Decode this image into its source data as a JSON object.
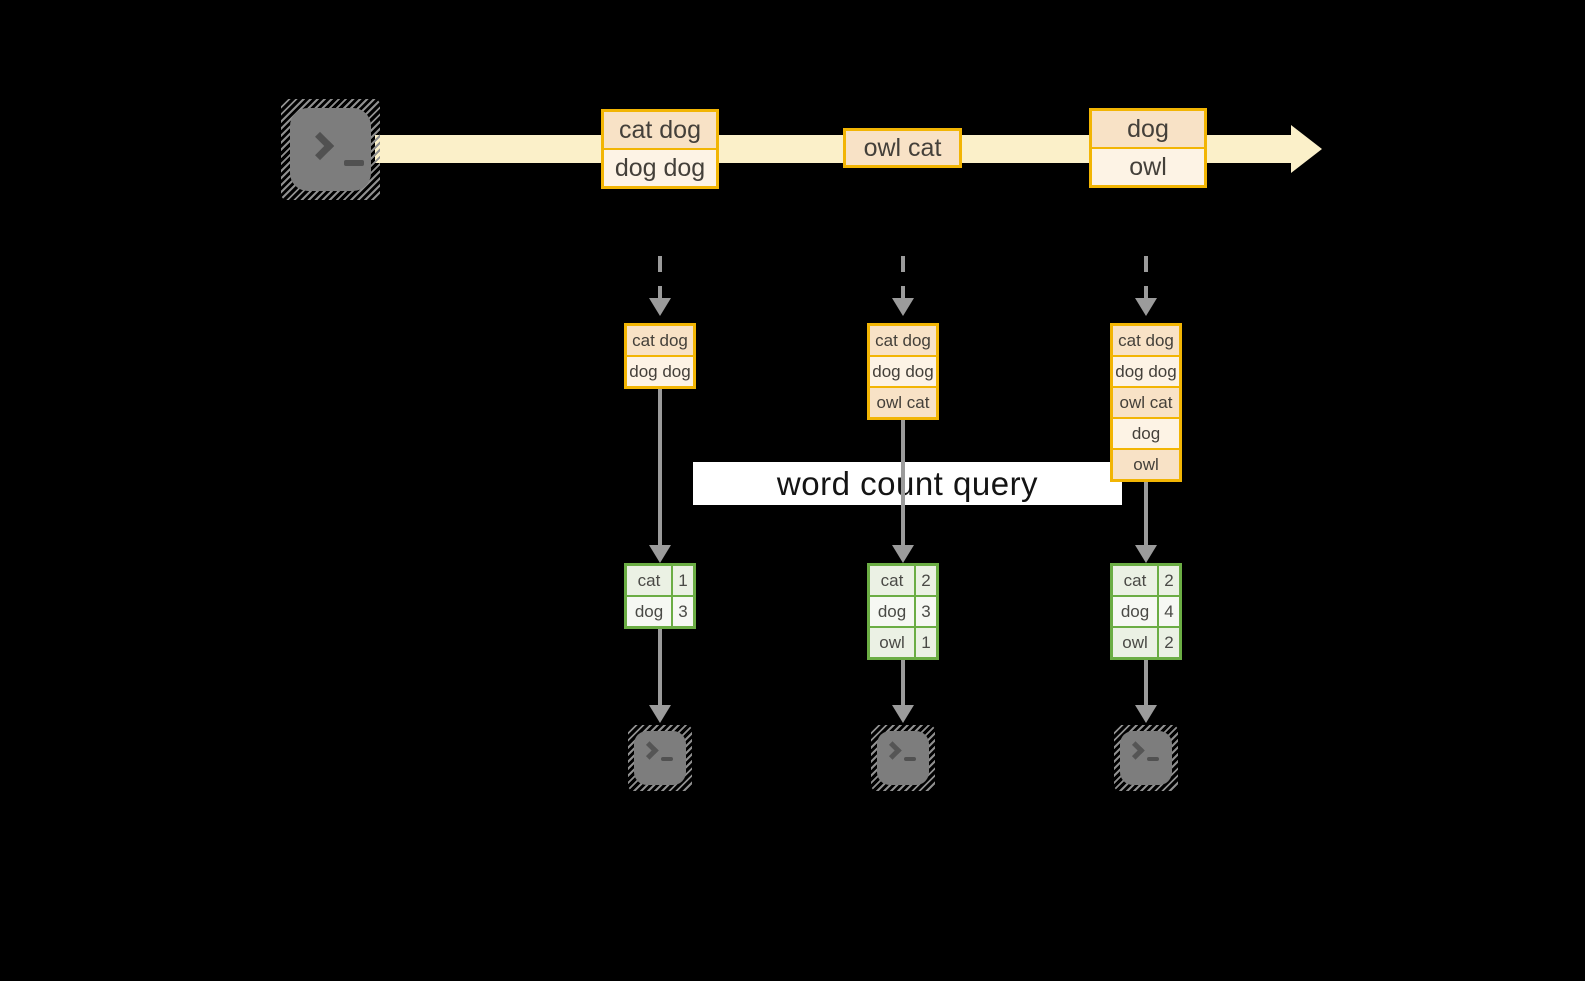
{
  "query_label": "word count query",
  "stream": {
    "events": [
      {
        "rows": [
          "cat dog",
          "dog dog"
        ]
      },
      {
        "rows": [
          "owl cat"
        ]
      },
      {
        "rows": [
          "dog",
          "owl"
        ]
      }
    ]
  },
  "columns": [
    {
      "state": [
        "cat dog",
        "dog dog"
      ],
      "counts": [
        {
          "word": "cat",
          "count": "1"
        },
        {
          "word": "dog",
          "count": "3"
        }
      ]
    },
    {
      "state": [
        "cat dog",
        "dog dog",
        "owl cat"
      ],
      "counts": [
        {
          "word": "cat",
          "count": "2"
        },
        {
          "word": "dog",
          "count": "3"
        },
        {
          "word": "owl",
          "count": "1"
        }
      ]
    },
    {
      "state": [
        "cat dog",
        "dog dog",
        "owl cat",
        "dog",
        "owl"
      ],
      "counts": [
        {
          "word": "cat",
          "count": "2"
        },
        {
          "word": "dog",
          "count": "4"
        },
        {
          "word": "owl",
          "count": "2"
        }
      ]
    }
  ],
  "icons": {
    "source": "terminal-icon",
    "sinks": [
      "terminal-icon",
      "terminal-icon",
      "terminal-icon"
    ]
  },
  "colors": {
    "background": "#000000",
    "stream_band": "#FBF0C9",
    "box_border": "#F2B504",
    "cell_dark": "#F8E2C6",
    "cell_light": "#FDF3E5",
    "table_border": "#6BAD44",
    "table_cell_dark": "#EBF1E4",
    "table_cell_light": "#F6F8F3",
    "arrow_gray": "#9B9B9B",
    "query_bg": "#FFFFFF",
    "terminal_gray": "#7D7D7D"
  }
}
